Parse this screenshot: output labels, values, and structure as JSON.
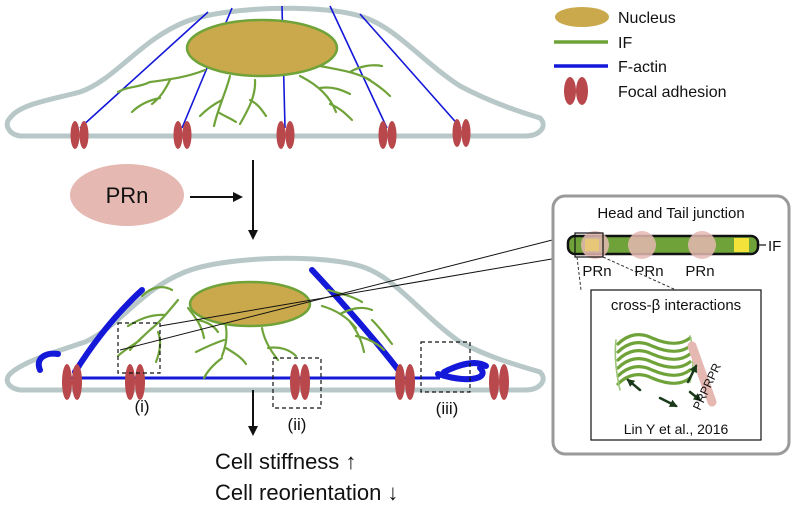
{
  "legend": {
    "items": [
      {
        "label": "Nucleus",
        "symbol": "nucleus-ellipse",
        "color": "#C9A94B"
      },
      {
        "label": "IF",
        "symbol": "green-line",
        "color": "#6FA33A"
      },
      {
        "label": "F-actin",
        "symbol": "blue-line",
        "color": "#1418D8"
      },
      {
        "label": "Focal adhesion",
        "symbol": "adhesion-pair",
        "color": "#B8484C"
      }
    ]
  },
  "treatment": {
    "label": "PRn",
    "color": "#E5B8B2"
  },
  "regions": {
    "i": "(i)",
    "ii": "(ii)",
    "iii": "(iii)"
  },
  "outcomes": {
    "stiffness": "Cell stiffness ↑",
    "reorientation": "Cell reorientation ↓"
  },
  "inset": {
    "title": "Head and Tail junction",
    "filament_label": "IF",
    "prn_labels": [
      "PRn",
      "PRn",
      "PRn"
    ],
    "subpanel_title": "cross-β interactions",
    "sequence_label": "PRPRPR",
    "citation": "Lin Y et al., 2016"
  },
  "colors": {
    "membrane": "#B8C8C8",
    "nucleus_fill": "#C9A94B",
    "nucleus_stroke": "#6FA33A",
    "if_green": "#6FA33A",
    "factin_blue": "#1418D8",
    "adhesion": "#B8484C",
    "prn_pink": "#E5B8B2",
    "inset_border": "#9A9A9A"
  }
}
